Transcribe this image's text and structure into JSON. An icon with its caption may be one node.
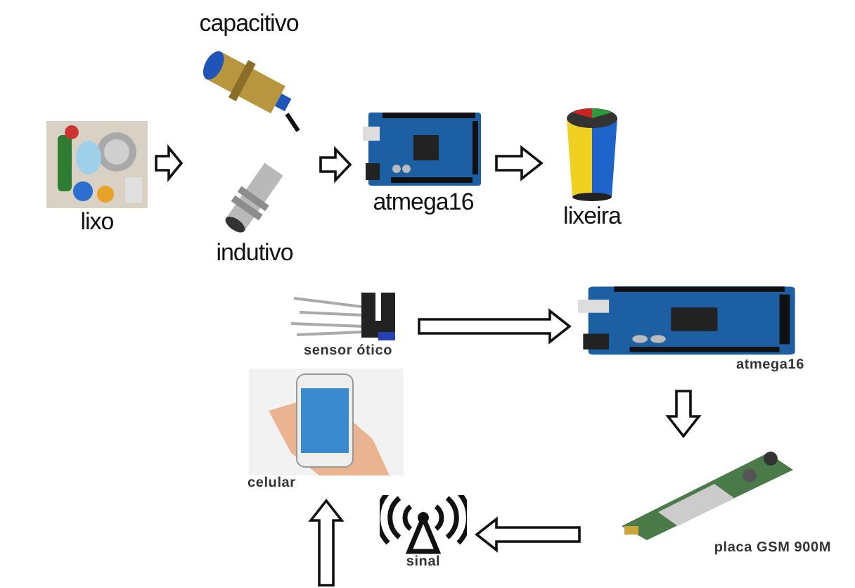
{
  "diagram": {
    "nodes": [
      {
        "text": [
          "lixo"
        ]
      },
      {
        "text": [
          "capacitivo"
        ]
      },
      {
        "text": [
          "indutivo"
        ]
      },
      {
        "text": [
          "atmega16"
        ]
      },
      {
        "text": [
          "lixeira"
        ]
      },
      {
        "text": [
          "sensor ótico"
        ]
      },
      {
        "text": [
          "atmega16"
        ]
      },
      {
        "text": [
          "placa GSM 900M"
        ]
      },
      {
        "text": [
          "sinal"
        ]
      },
      {
        "text": [
          "celular"
        ]
      }
    ],
    "edges": [
      {
        "from": 0,
        "to": 1,
        "arrow": "to"
      },
      {
        "from": 0,
        "to": 2,
        "arrow": "to"
      },
      {
        "from": 1,
        "to": 3,
        "arrow": "to"
      },
      {
        "from": 2,
        "to": 3,
        "arrow": "to"
      },
      {
        "from": 3,
        "to": 4,
        "arrow": "to"
      },
      {
        "from": 5,
        "to": 6,
        "arrow": "to"
      },
      {
        "from": 6,
        "to": 7,
        "arrow": "to"
      },
      {
        "from": 7,
        "to": 8,
        "arrow": "to"
      },
      {
        "from": 8,
        "to": 9,
        "arrow": "to"
      }
    ]
  }
}
